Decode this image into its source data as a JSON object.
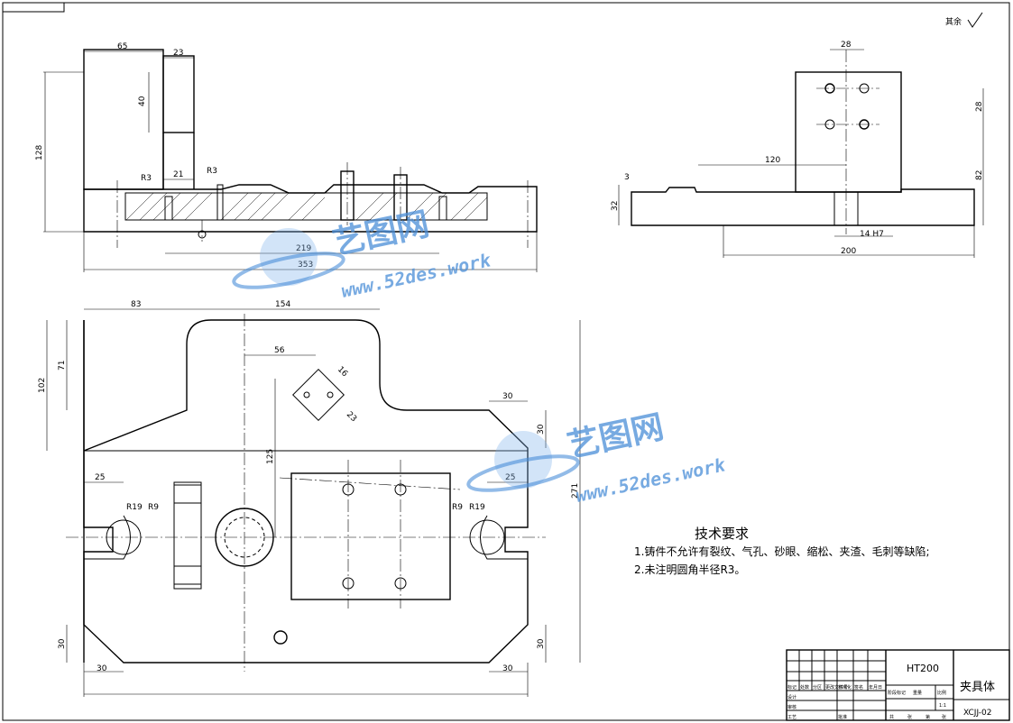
{
  "surface_note": "其余",
  "views": {
    "front": {
      "dims": {
        "d65": "65",
        "d23": "23",
        "d40": "40",
        "d128": "128",
        "r3a": "R3",
        "d21": "21",
        "r3b": "R3",
        "d219": "219",
        "d353": "353"
      }
    },
    "side": {
      "dims": {
        "d28top": "28",
        "d28right": "28",
        "d120": "120",
        "d3": "3",
        "d32": "32",
        "d82": "82",
        "d14h7": "14 H7",
        "d200": "200"
      }
    },
    "plan": {
      "dims": {
        "d83": "83",
        "d154": "154",
        "d56": "56",
        "d102": "102",
        "d71": "71",
        "d16": "16",
        "d23": "23",
        "d125": "125",
        "d30a": "30",
        "d30b": "30",
        "d25a": "25",
        "d25b": "25",
        "r19a": "R19",
        "r9a": "R9",
        "r9b": "R9",
        "r19b": "R19",
        "d271": "271",
        "d30c": "30",
        "d30d": "30",
        "d30e": "30",
        "d30f": "30"
      }
    }
  },
  "technical_requirements": {
    "title": "技术要求",
    "items": [
      "1.铸件不允许有裂纹、气孔、砂眼、缩松、夹渣、毛刺等缺陷;",
      "2.未注明圆角半径R3。"
    ]
  },
  "title_block": {
    "material": "HT200",
    "part_name": "夹具体",
    "drawing_no": "XCJJ-02",
    "scale": "1:1",
    "row_labels": [
      "标记",
      "处数",
      "分区",
      "更改文件号",
      "签名",
      "年月日"
    ],
    "role_labels": [
      "设计",
      "审核",
      "工艺"
    ],
    "std_labels": [
      "标准化",
      "批准"
    ],
    "stage_labels": [
      "阶段标记",
      "重量",
      "比例"
    ],
    "sheet_labels": [
      "共",
      "张",
      "第",
      "张"
    ]
  },
  "watermark": {
    "cn": "艺图网",
    "url": "www.52des.work"
  }
}
